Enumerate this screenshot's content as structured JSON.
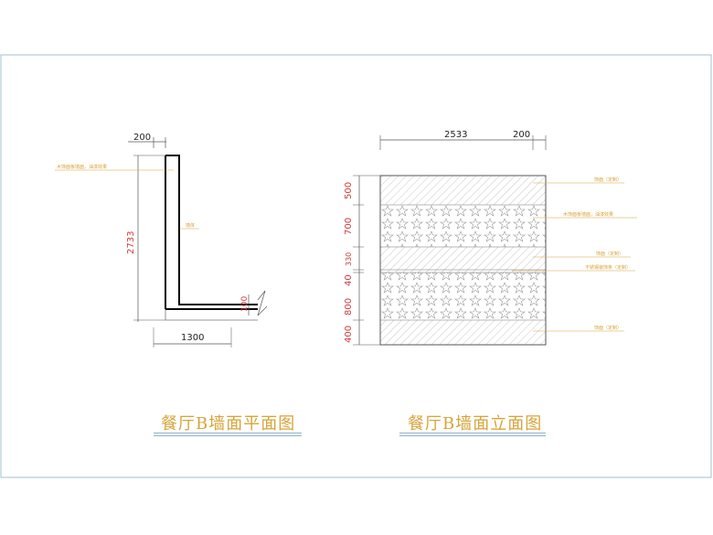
{
  "plan": {
    "title": "餐厅B墙面平面图",
    "dim_top": "200",
    "dim_left": "2733",
    "dim_bottom": "1300",
    "dim_right": "100",
    "note_top": "木饰面板墙面，油漆效果",
    "note_mid": "墙体"
  },
  "elevation": {
    "title": "餐厅B墙面立面图",
    "dim_top_width": "2533",
    "dim_top_right": "200",
    "dim_rows": [
      "500",
      "700",
      "330",
      "40",
      "800",
      "400"
    ],
    "note_1": "饰面（定制）",
    "note_2": "木饰面板墙面，油漆效果",
    "note_3": "饰面（定制）",
    "note_4": "不锈钢装饰条（定制）",
    "note_5": "饰面（定制）"
  },
  "colors": {
    "frame": "#9fc0d2",
    "dim_text": "#d03a3a",
    "label_text": "#d8a43a",
    "dim_line": "#555555",
    "wall": "#000000"
  }
}
